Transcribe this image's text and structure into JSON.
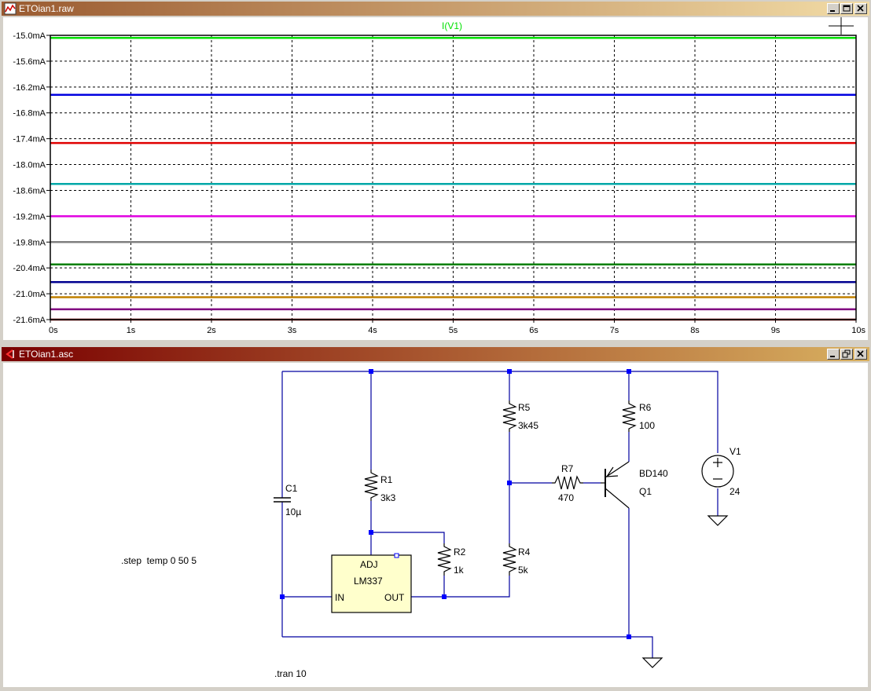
{
  "waveform_window": {
    "title": "ETOian1.raw",
    "trace_label": "I(V1)",
    "trace_color": "#00e000",
    "y_ticks": [
      "-15.0mA",
      "-15.6mA",
      "-16.2mA",
      "-16.8mA",
      "-17.4mA",
      "-18.0mA",
      "-18.6mA",
      "-19.2mA",
      "-19.8mA",
      "-20.4mA",
      "-21.0mA",
      "-21.6mA"
    ],
    "x_ticks": [
      "0s",
      "1s",
      "2s",
      "3s",
      "4s",
      "5s",
      "6s",
      "7s",
      "8s",
      "9s",
      "10s"
    ]
  },
  "chart_data": {
    "type": "line",
    "title": "I(V1)",
    "xlabel": "",
    "ylabel": "",
    "xlim": [
      0,
      10
    ],
    "ylim": [
      -21.6,
      -15.0
    ],
    "x_unit": "s",
    "y_unit": "mA",
    "grid": true,
    "series": [
      {
        "color": "#00e000",
        "values": [
          -15.06,
          -15.06
        ]
      },
      {
        "color": "#0000e0",
        "values": [
          -16.38,
          -16.38
        ]
      },
      {
        "color": "#e00000",
        "values": [
          -17.5,
          -17.5
        ]
      },
      {
        "color": "#00a8a8",
        "values": [
          -18.45,
          -18.45
        ]
      },
      {
        "color": "#e000e0",
        "values": [
          -19.2,
          -19.2
        ]
      },
      {
        "color": "#808080",
        "values": [
          -19.8,
          -19.8
        ]
      },
      {
        "color": "#008000",
        "values": [
          -20.32,
          -20.32
        ]
      },
      {
        "color": "#000090",
        "values": [
          -20.73,
          -20.73
        ]
      },
      {
        "color": "#c08000",
        "values": [
          -21.08,
          -21.08
        ]
      },
      {
        "color": "#800080",
        "values": [
          -21.36,
          -21.36
        ]
      },
      {
        "color": "#800000",
        "values": [
          -21.6,
          -21.6
        ]
      }
    ],
    "x": [
      0,
      10
    ]
  },
  "schematic_window": {
    "title": "ETOian1.asc",
    "directive_step": ".step  temp 0 50 5",
    "directive_tran": ".tran 10",
    "components": {
      "C1": {
        "name": "C1",
        "value": "10µ"
      },
      "R1": {
        "name": "R1",
        "value": "3k3"
      },
      "R2": {
        "name": "R2",
        "value": "1k"
      },
      "R4": {
        "name": "R4",
        "value": "5k"
      },
      "R5": {
        "name": "R5",
        "value": "3k45"
      },
      "R6": {
        "name": "R6",
        "value": "100"
      },
      "R7": {
        "name": "R7",
        "value": "470"
      },
      "Q1": {
        "name": "Q1",
        "value": "BD140"
      },
      "V1": {
        "name": "V1",
        "value": "24"
      },
      "U1": {
        "name": "LM337",
        "adj": "ADJ",
        "in": "IN",
        "out": "OUT"
      }
    }
  },
  "colors": {
    "wire": "#0000a0",
    "component": "#000000",
    "junction": "#0000ff",
    "titlebar_top": [
      "#8b4a2b",
      "#f0d9a0"
    ],
    "titlebar_bottom": [
      "#7a0000",
      "#d8b060"
    ]
  }
}
